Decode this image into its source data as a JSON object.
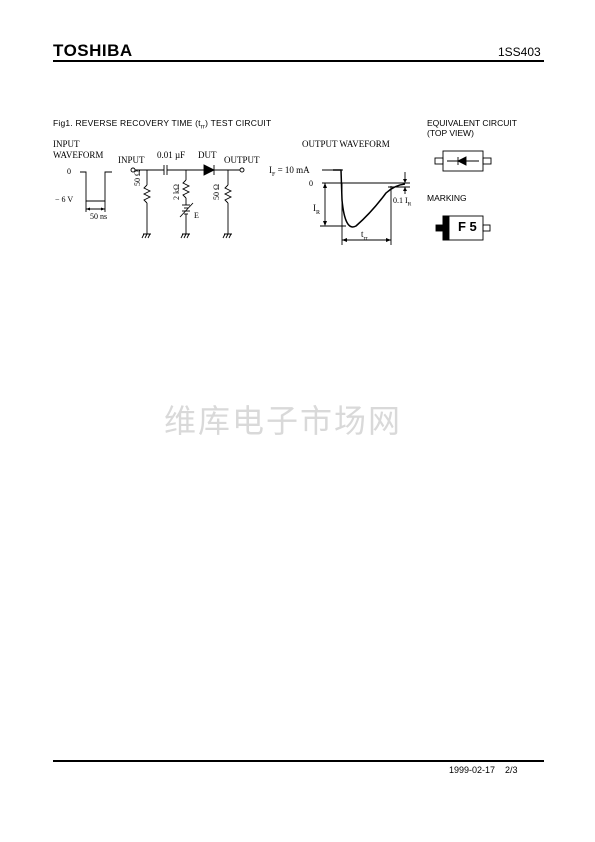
{
  "header": {
    "brand": "TOSHIBA",
    "part_number": "1SS403"
  },
  "figure": {
    "title_prefix": "Fig1.  REVERSE RECOVERY TIME (t",
    "title_sub": "rr",
    "title_suffix": ") TEST CIRCUIT",
    "input_waveform": {
      "label_line1": "INPUT",
      "label_line2": "WAVEFORM",
      "level_zero": "0",
      "level_neg": "− 6 V",
      "width_label": "50 ns"
    },
    "circuit": {
      "input_label": "INPUT",
      "cap_label": "0.01 µF",
      "dut_label": "DUT",
      "output_label": "OUTPUT",
      "r_input": "50 Ω",
      "r_bias": "2 kΩ",
      "bias_label": "E",
      "r_output": "50 Ω"
    },
    "output_waveform": {
      "label": "OUTPUT WAVEFORM",
      "if_label": "I",
      "if_sub": "F",
      "if_value": " = 10 mA",
      "zero": "0",
      "ir_label": "I",
      "ir_sub": "R",
      "tenth_label": "0.1 I",
      "tenth_sub": "R",
      "trr_label": "t",
      "trr_sub": "rr"
    }
  },
  "equivalent": {
    "title_line1": "EQUIVALENT CIRCUIT",
    "title_line2": "(TOP VIEW)"
  },
  "marking": {
    "title": "MARKING",
    "code": "F 5"
  },
  "watermark": "维库电子市场网",
  "footer": {
    "date": "1999-02-17",
    "page": "2/3"
  }
}
